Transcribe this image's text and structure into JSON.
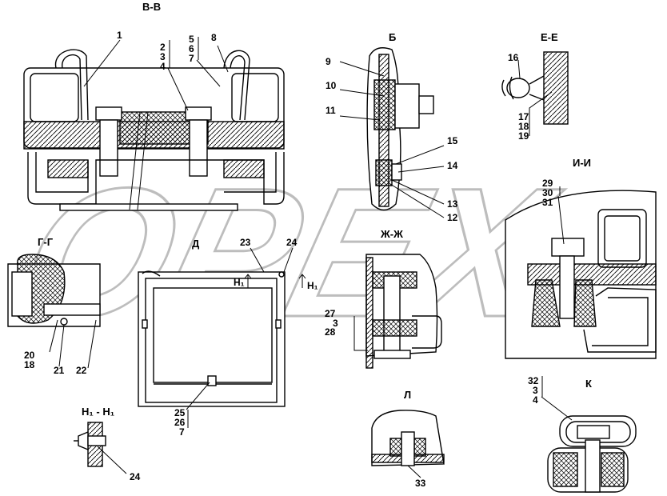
{
  "watermark": "ОРЕХ",
  "views": {
    "vv": "В-В",
    "b": "Б",
    "ee": "Е-Е",
    "ii": "И-И",
    "gg": "Г-Г",
    "d": "Д",
    "zhzh": "Ж-Ж",
    "h1h1": "Н₁ - Н₁",
    "l": "Л",
    "k": "К"
  },
  "callouts": {
    "c1": "1",
    "c2": "2",
    "c3": "3",
    "c4": "4",
    "c5": "5",
    "c6": "6",
    "c7": "7",
    "c8": "8",
    "c9": "9",
    "c10": "10",
    "c11": "11",
    "c15": "15",
    "c14": "14",
    "c13": "13",
    "c12": "12",
    "c16": "16",
    "c17": "17",
    "c18": "18",
    "c19": "19",
    "c29": "29",
    "c30": "30",
    "c31": "31",
    "c23": "23",
    "c24a": "24",
    "c20": "20",
    "c18b": "18",
    "c21": "21",
    "c22": "22",
    "c27": "27",
    "c3b": "3",
    "c28": "28",
    "c25": "25",
    "c26": "26",
    "c7b": "7",
    "c24b": "24",
    "c33": "33",
    "c32": "32",
    "c3c": "3",
    "c4b": "4"
  },
  "section_marks": {
    "h1_left": "Н₁",
    "h1_right": "Н₁"
  }
}
